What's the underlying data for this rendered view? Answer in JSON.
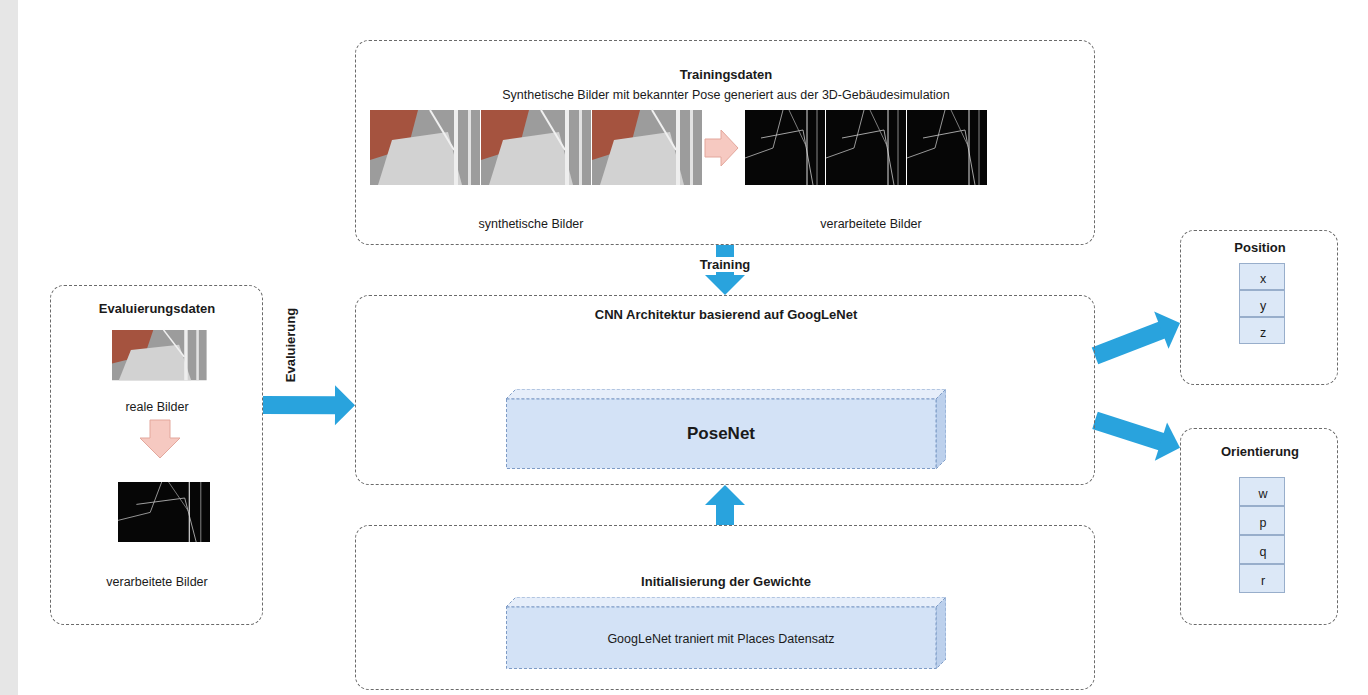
{
  "diagram": {
    "nodes": [
      {
        "text": [
          "Trainingsdaten",
          "Synthetische Bilder mit bekannter Pose generiert aus der 3D-Gebäudesimulation",
          "synthetische Bilder",
          "verarbeitete Bilder"
        ]
      },
      {
        "text": [
          "Evaluierungsdaten",
          "reale Bilder",
          "verarbeitete Bilder"
        ]
      },
      {
        "text": [
          "CNN Architektur basierend auf GoogLeNet"
        ]
      },
      {
        "text": [
          "PoseNet"
        ],
        "in": 2
      },
      {
        "text": [
          "Initialisierung der Gewichte"
        ]
      },
      {
        "text": [
          "GoogLeNet traniert mit Places Datensatz"
        ],
        "in": 4
      },
      {
        "text": [
          "Position"
        ]
      },
      {
        "text": [
          "x"
        ],
        "in": 6
      },
      {
        "text": [
          "y"
        ],
        "in": 6
      },
      {
        "text": [
          "z"
        ],
        "in": 6
      },
      {
        "text": [
          "Orientierung"
        ]
      },
      {
        "text": [
          "w"
        ],
        "in": 10
      },
      {
        "text": [
          "p"
        ],
        "in": 10
      },
      {
        "text": [
          "q"
        ],
        "in": 10
      },
      {
        "text": [
          "r"
        ],
        "in": 10
      }
    ],
    "edges": [
      {
        "from": 0,
        "to": 2,
        "arrow": "to",
        "label": "Training"
      },
      {
        "from": 1,
        "to": 2,
        "arrow": "to",
        "label": "Evaluierung"
      },
      {
        "from": 4,
        "to": 2,
        "arrow": "to"
      },
      {
        "from": 2,
        "to": 6,
        "arrow": "to"
      },
      {
        "from": 2,
        "to": 10,
        "arrow": "to"
      }
    ]
  }
}
